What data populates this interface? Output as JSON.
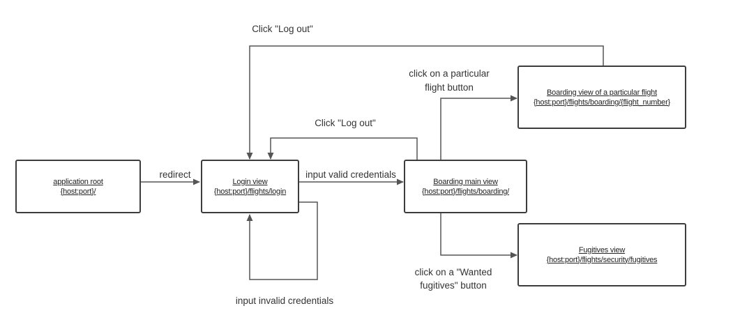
{
  "nodes": {
    "app_root": {
      "title": "application root",
      "url": "{host:port}/"
    },
    "login": {
      "title": "Login view",
      "url": "{host:port}/flights/login"
    },
    "boarding_main": {
      "title": "Boarding main view",
      "url": "{host:port}/flights/boarding/"
    },
    "boarding_flight": {
      "title": "Boarding view of a particular flight",
      "url": "{host:port}/flights/boarding/{flight_number}"
    },
    "fugitives": {
      "title": "Fugitives view",
      "url": "{host:port}/flights/security/fugitives"
    }
  },
  "edges": {
    "redirect": "redirect",
    "valid_credentials": "input valid credentials",
    "invalid_credentials": "input invalid credentials",
    "logout_top": "Click \"Log out\"",
    "logout_mid": "Click \"Log out\"",
    "flight_button_line1": "click on a particular",
    "flight_button_line2": "flight button",
    "wanted_line1": "click on a \"Wanted",
    "wanted_line2": "fugitives\" button"
  },
  "colors": {
    "line": "#555555",
    "border": "#3c3c3c",
    "text": "#333333"
  }
}
